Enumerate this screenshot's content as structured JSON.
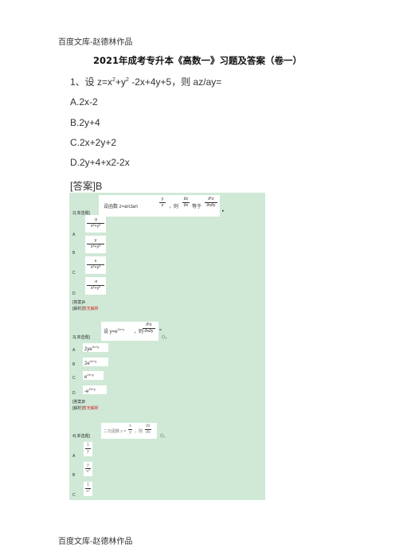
{
  "header": {
    "text": "百度文库-赵德林作品"
  },
  "title": "2021年成考专升本《高数一》习题及答案（卷一）",
  "q1": {
    "stem_prefix": "1、设 z=x",
    "stem_mid1": "+y",
    "stem_mid2": " -2x+4y+5，则 az/ay=",
    "exp": "2",
    "options": [
      "A.2x-2",
      "B.2y+4",
      "C.2x+2y+2",
      "D.2y+4+x2-2x"
    ],
    "answer": "[答案]B"
  },
  "panel": {
    "q2": {
      "label": "2[.单选题]",
      "formula": "设函数   z=arctan",
      "frac_y": "y",
      "frac_x": "x",
      "then": "，则",
      "dz_num": "∂z",
      "dz_den": "∂x",
      "equals": "等于（      ）",
      "d2_num": "∂²z",
      "d2_den": "∂x∂y",
      "tail": "▸",
      "opt_letters": [
        "A",
        "B",
        "C",
        "D"
      ],
      "opt_nums": [
        "-y",
        "y",
        "x",
        "-x"
      ],
      "opt_den": "x²+y²",
      "answer": "[答案]A",
      "analysis_label": "[解析]",
      "analysis_link": "暂无解析"
    },
    "q3": {
      "label": "3[.单选题]",
      "formula": "设 y=e",
      "sup": "2x+y",
      "then": "，则",
      "d2_num": "∂²z",
      "d2_den": "∂x∂y",
      "eq": "=",
      "tail": "（）。",
      "opt_letters": [
        "A",
        "B",
        "C",
        "D"
      ],
      "opts": [
        "2ye",
        "2e",
        "e",
        "-e"
      ],
      "opt_sups": [
        "2x+y",
        "2x+y",
        "2x+y",
        "2x+y"
      ],
      "answer": "[答案]B",
      "analysis_label": "[解析]",
      "analysis_link": "暂无解析"
    },
    "q4": {
      "label": "4[.单选题]",
      "formula": "二元函数 z =",
      "fx": "x",
      "fy": "y",
      "then": "，则",
      "dz_num": "∂z",
      "dz_den": "∂x",
      "tail": "（）。",
      "opt_letters": [
        "A",
        "B",
        "C"
      ],
      "opt_nums": [
        "1",
        "y",
        "1"
      ],
      "opt_dens": [
        "y",
        "x²",
        "x²"
      ]
    }
  }
}
